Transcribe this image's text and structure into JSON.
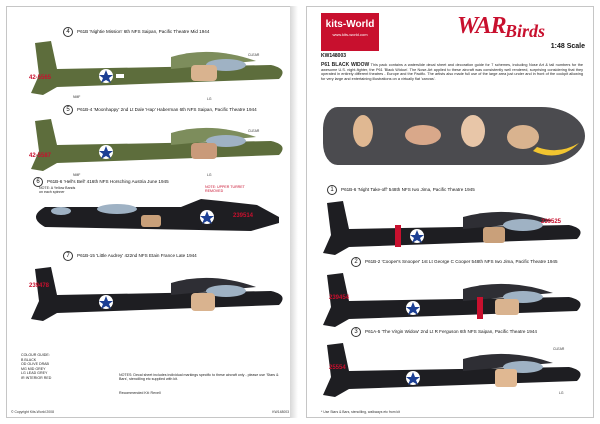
{
  "colors": {
    "olive": "#5d6d3c",
    "black": "#1e1e22",
    "red": "#c8102e",
    "gray": "#4b4b4f"
  },
  "left": {
    "planes": [
      {
        "num": "4",
        "caption": "P61B 'Nightie Mission' 6th NFS Saipan, Pacific Theatre Mid 1944",
        "serial": "42-5565",
        "scheme": "olive"
      },
      {
        "num": "5",
        "caption": "P61B-4 'Moonhappy' 2nd Lt Dale 'Hap' Haberman 6th NFS Saipan, Pacific Theatre 1944",
        "serial": "42-5587",
        "scheme": "olive"
      },
      {
        "num": "6",
        "caption": "P61B-6 'Hell's Bell' 416th NFS Horsching Austria June 1945",
        "serial": "239514",
        "scheme": "black"
      },
      {
        "num": "7",
        "caption": "P61B-15 'Little Audrey' 422nd NFS Etain France Late 1944",
        "serial": "239478",
        "scheme": "black"
      }
    ],
    "labels": {
      "clear": "CLEAR",
      "nmf": "NMF",
      "lg": "LG",
      "note_yellow": "NOTE: A Yellow Bands\non each spinner",
      "note_turret": "NOTE: UPPER TURRET\nREMOVED"
    },
    "color_guide": {
      "title": "COLOUR GUIDE:",
      "items": [
        "B    BLACK",
        "OD   OLIVE DRAB",
        "MG   MID GREY",
        "LG   LEAD GREY",
        "IR   INTERIOR RED"
      ]
    },
    "notes": "NOTES: Decal sheet includes individual markings specific to these aircraft only - please use 'Stars & Bars', stencilling etc supplied with kit.",
    "recommended": "Recommended Kit: Revell",
    "copyright": "© Copyright Kits-World 2008",
    "code": "KW148003"
  },
  "right": {
    "brand": "kits-World",
    "url": "www.kits-world.com",
    "code": "KW148003",
    "war": "WAR",
    "birds": "Birds",
    "scale": "1:48 Scale",
    "intro_title": "P61 BLACK WIDOW",
    "intro": "This pack contains a waterslide decal sheet and decoration guide for 7 schemes, including Nose Art & tail numbers for the awesome U.S. night-fighter, the P61 'Black Widow'. The Nose-Art applied to these aircraft was consistently well rendered, surprising considering that they operated in entirely different theatres - Europe and the Pacific. The artists also made full use of the large area just under and in front of the cockpit allowing for very large and entertaining illustrations on a virtually flat 'canvas'.",
    "planes": [
      {
        "num": "1",
        "caption": "P61B-6 'Night Take-off' 548th NFS Iwo Jima, Pacific Theatre 1945",
        "serial": "239525"
      },
      {
        "num": "2",
        "caption": "P61B-2 'Cooper's Snooper' 1st Lt George C Cooper 548th NFS Iwo Jima, Pacific Theatre 1945",
        "serial": "239454"
      },
      {
        "num": "3",
        "caption": "P61A-5 'The Virgin Widow' 2nd Lt R Ferguson 6th NFS Saipan, Pacific Theatre 1944",
        "serial": "25554"
      }
    ],
    "labels": {
      "clear": "CLEAR",
      "lg": "LG"
    },
    "footnote": "* Use Stars & Bars, stencilling, walkways etc from kit"
  }
}
